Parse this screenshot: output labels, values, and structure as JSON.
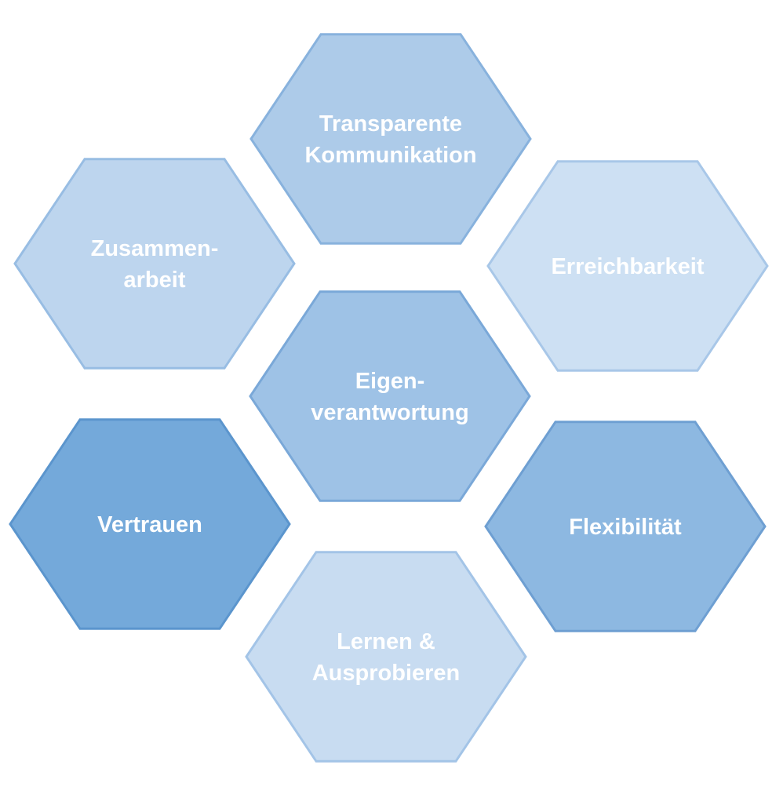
{
  "diagram": {
    "hexagons": [
      {
        "id": "top",
        "lines": [
          "Transparente",
          "Kommunikation"
        ],
        "fill": "#adcbe9",
        "stroke": "#88b2dd"
      },
      {
        "id": "upper-left",
        "lines": [
          "Zusammen-",
          "arbeit"
        ],
        "fill": "#bdd5ee",
        "stroke": "#98bde3"
      },
      {
        "id": "upper-right",
        "lines": [
          "Erreichbarkeit"
        ],
        "fill": "#cde0f3",
        "stroke": "#a8c7e8"
      },
      {
        "id": "center",
        "lines": [
          "Eigen-",
          "verantwortung"
        ],
        "fill": "#9ec2e6",
        "stroke": "#7aa8d8"
      },
      {
        "id": "lower-left",
        "lines": [
          "Vertrauen"
        ],
        "fill": "#74a9da",
        "stroke": "#5b95cd"
      },
      {
        "id": "lower-right",
        "lines": [
          "Flexibilität"
        ],
        "fill": "#8db8e1",
        "stroke": "#6e9fd2"
      },
      {
        "id": "bottom",
        "lines": [
          "Lernen &",
          "Ausprobieren"
        ],
        "fill": "#c8dcf1",
        "stroke": "#a3c4e7"
      }
    ]
  }
}
